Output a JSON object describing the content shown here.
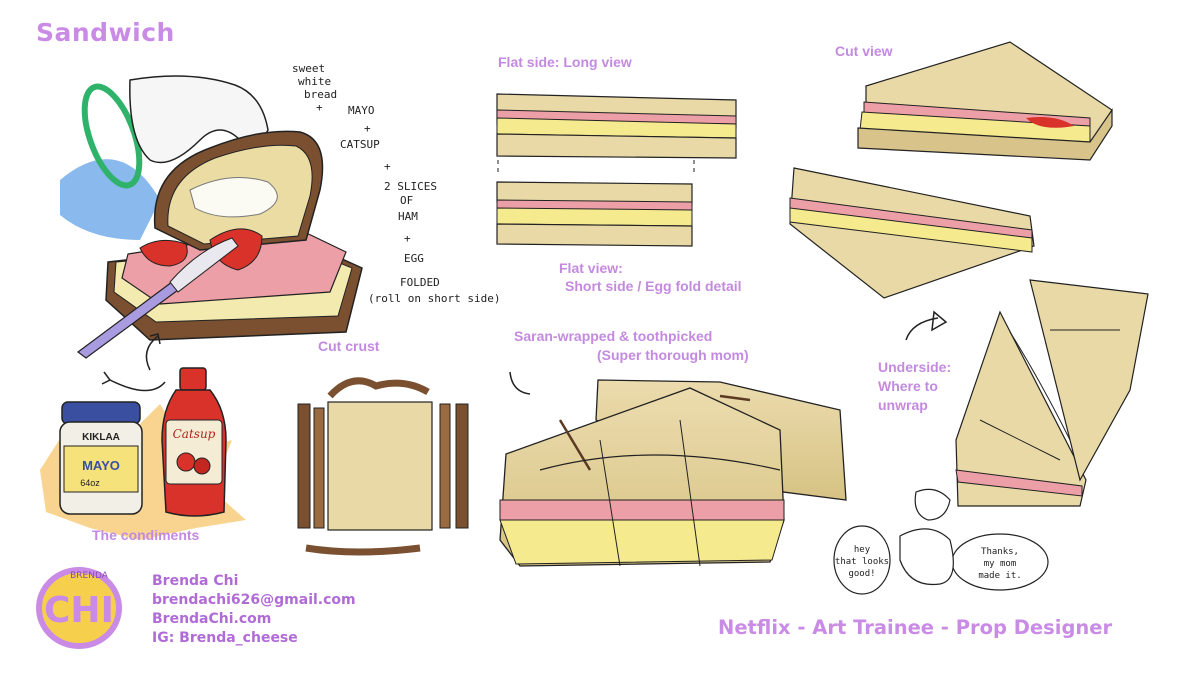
{
  "title": "Sandwich",
  "labels": {
    "flat_long": "Flat side: Long view",
    "cut_view": "Cut view",
    "flat_view_1": "Flat view:",
    "flat_view_2": "Short side / Egg fold detail",
    "cut_crust": "Cut crust",
    "saran_1": "Saran-wrapped & toothpicked",
    "saran_2": "(Super thorough mom)",
    "underside_1": "Underside:",
    "underside_2": "Where to",
    "underside_3": "unwrap",
    "condiments": "The condiments"
  },
  "ingredients_note": [
    "sweet",
    "white",
    "bread",
    "+",
    "MAYO",
    "+",
    "CATSUP",
    "+",
    "2 SLICES",
    "OF",
    "HAM",
    "+",
    "EGG",
    "FOLDED",
    "(roll on short side)"
  ],
  "jars": {
    "mayo_brand": "KIKLAA",
    "mayo_label": "MAYO",
    "mayo_size": "64oz",
    "catsup_label": "Catsup"
  },
  "speech": {
    "left": [
      "hey",
      "that looks",
      "good!"
    ],
    "right": [
      "Thanks,",
      "my mom",
      "made it."
    ]
  },
  "logo_text": "BRENDA",
  "contact": {
    "name": "Brenda Chi",
    "email": "brendachi626@gmail.com",
    "site": "BrendaChi.com",
    "instagram": "IG: Brenda_cheese"
  },
  "footer": "Netflix - Art Trainee - Prop Designer",
  "colors": {
    "accent": "#c98be6",
    "bread": "#e8d9a6",
    "crust": "#7a5030",
    "ham": "#e9a3aa",
    "egg": "#f6ea8f",
    "catsup": "#d8322a",
    "mayo_lid": "#3b4fa1"
  }
}
